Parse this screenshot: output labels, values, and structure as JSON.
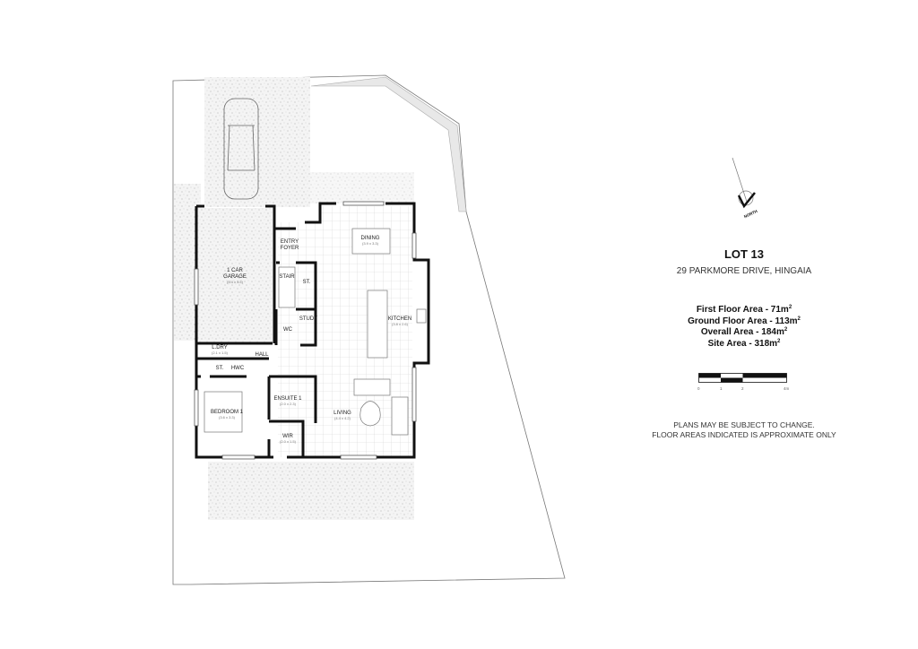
{
  "lot_title": "LOT 13",
  "address": "29 PARKMORE DRIVE, HINGAIA",
  "areas": [
    {
      "label": "First Floor Area - 71m",
      "sup": "2"
    },
    {
      "label": "Ground Floor Area - 113m",
      "sup": "2"
    },
    {
      "label": "Overall Area - 184m",
      "sup": "2"
    },
    {
      "label": "Site Area - 318m",
      "sup": "2"
    }
  ],
  "scale_bar": {
    "ticks": [
      "0",
      "1",
      "2",
      "4m"
    ]
  },
  "north_label": "NORTH",
  "disclaimer": [
    "PLANS MAY BE SUBJECT TO CHANGE.",
    "FLOOR AREAS INDICATED IS APPROXIMATE ONLY"
  ],
  "rooms": {
    "garage": {
      "name": "1 CAR",
      "name2": "GARAGE",
      "dim": "(5.4 x 3.5)"
    },
    "entry": {
      "name": "ENTRY",
      "name2": "FOYER"
    },
    "dining": {
      "name": "DINING",
      "dim": "(3.9 x 3.3)"
    },
    "stair": {
      "name": "STAIR"
    },
    "store": {
      "name": "ST."
    },
    "study": {
      "name": "STUDY"
    },
    "wc": {
      "name": "WC"
    },
    "kitchen": {
      "name": "KITCHEN",
      "dim": "(3.8 x 2.6)"
    },
    "laundry": {
      "name": "L.DRY",
      "dim": "(2.1 x 1.5)"
    },
    "hall": {
      "name": "HALL"
    },
    "store2": {
      "name": "ST."
    },
    "hwc": {
      "name": "HWC"
    },
    "bedroom1": {
      "name": "BEDROOM 1",
      "dim": "(3.6 x 3.3)"
    },
    "ensuite1": {
      "name": "ENSUITE 1",
      "dim": "(2.0 x 2.3)"
    },
    "wir": {
      "name": "WIR",
      "dim": "(2.0 x 1.5)"
    },
    "living": {
      "name": "LIVING",
      "dim": "(4.4 x 4.2)"
    }
  }
}
